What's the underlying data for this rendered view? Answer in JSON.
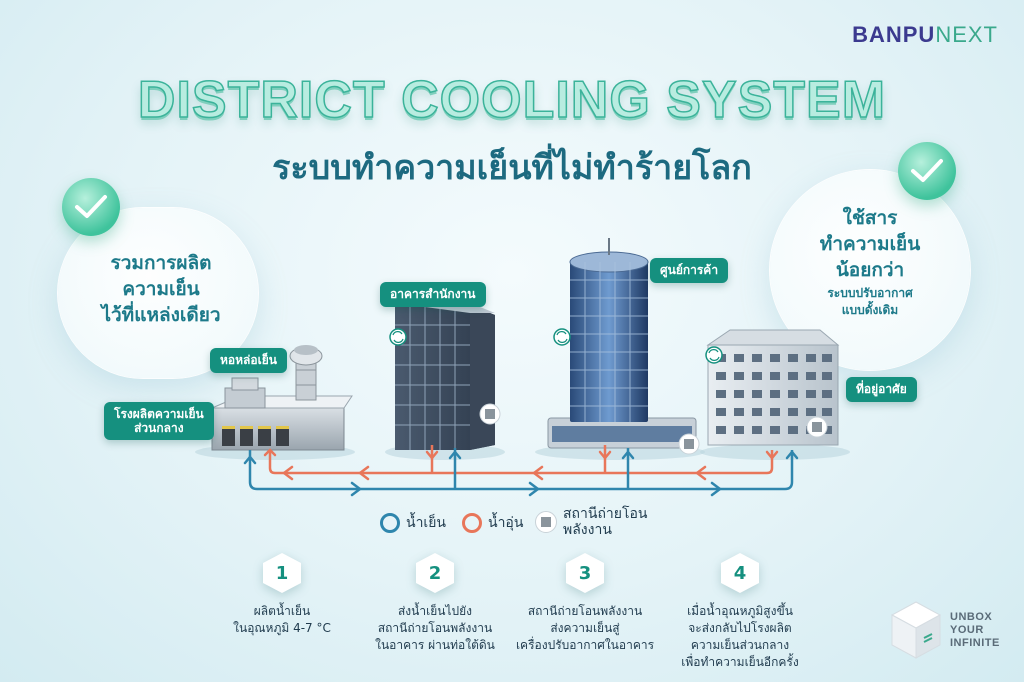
{
  "logo": {
    "brand": "BANPU",
    "brand_suffix": "NEXT"
  },
  "header": {
    "title": "DISTRICT COOLING SYSTEM",
    "subtitle": "ระบบทำความเย็นที่ไม่ทำร้ายโลก"
  },
  "benefits": {
    "left": {
      "lines": [
        "รวมการผลิต",
        "ความเย็น",
        "ไว้ที่แหล่งเดียว"
      ]
    },
    "right": {
      "lines": [
        "ใช้สาร",
        "ทำความเย็น",
        "น้อยกว่า"
      ],
      "sub_lines": [
        "ระบบปรับอากาศ",
        "แบบดั้งเดิม"
      ]
    }
  },
  "buildings": {
    "plant_label_1": "โรงผลิตความเย็น",
    "plant_label_2": "ส่วนกลาง",
    "tower_label": "หอหล่อเย็น",
    "office_label": "อาคารสำนักงาน",
    "mall_label": "ศูนย์การค้า",
    "residence_label": "ที่อยู่อาศัย"
  },
  "legend": {
    "chilled": "น้ำเย็น",
    "warm": "น้ำอุ่น",
    "station_1": "สถานีถ่ายโอน",
    "station_2": "พลังงาน"
  },
  "steps": [
    {
      "number": "1",
      "lines": [
        "ผลิตน้ำเย็น",
        "ในอุณหภูมิ 4-7 °C"
      ]
    },
    {
      "number": "2",
      "lines": [
        "ส่งน้ำเย็นไปยัง",
        "สถานีถ่ายโอนพลังงาน",
        "ในอาคาร ผ่านท่อใต้ดิน"
      ]
    },
    {
      "number": "3",
      "lines": [
        "สถานีถ่ายโอนพลังงาน",
        "ส่งความเย็นสู่",
        "เครื่องปรับอากาศในอาคาร"
      ]
    },
    {
      "number": "4",
      "lines": [
        "เมื่อน้ำอุณหภูมิสูงขึ้น",
        "จะส่งกลับไปโรงผลิต",
        "ความเย็นส่วนกลาง",
        "เพื่อทำความเย็นอีกครั้ง"
      ]
    }
  ],
  "footer": {
    "line1": "UNBOX",
    "line2": "YOUR",
    "line3": "INFINITE"
  },
  "colors": {
    "chilled": "#2f86ad",
    "warm": "#e8765a",
    "accent": "#15907f"
  }
}
